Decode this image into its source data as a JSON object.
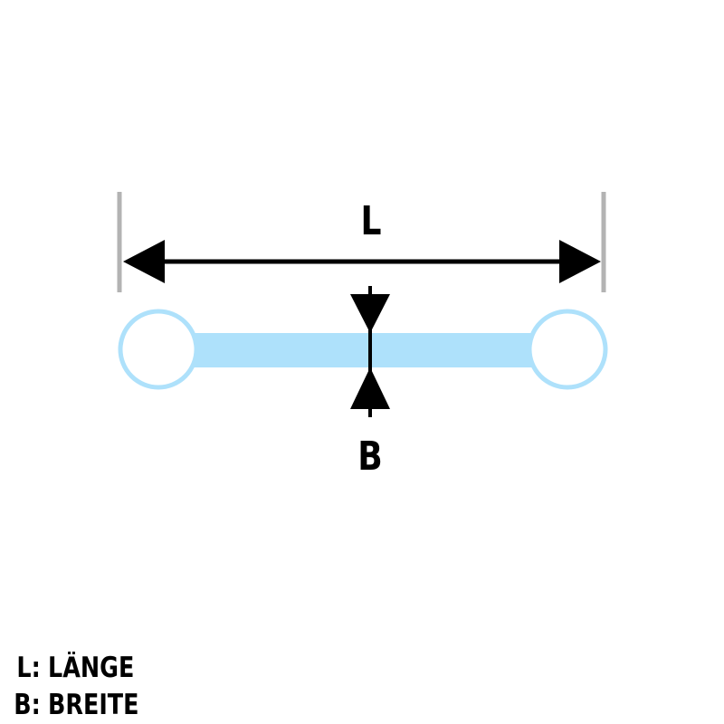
{
  "diagram": {
    "length_symbol": "L",
    "width_symbol": "B",
    "colors": {
      "piercing_fill": "#aee1fb",
      "ball_outline": "#aee1fb",
      "arrow": "#000000",
      "extension_line": "#b3b3b3"
    }
  },
  "legend": [
    {
      "key": "L:",
      "label": "LÄNGE"
    },
    {
      "key": "B:",
      "label": "BREITE"
    }
  ]
}
